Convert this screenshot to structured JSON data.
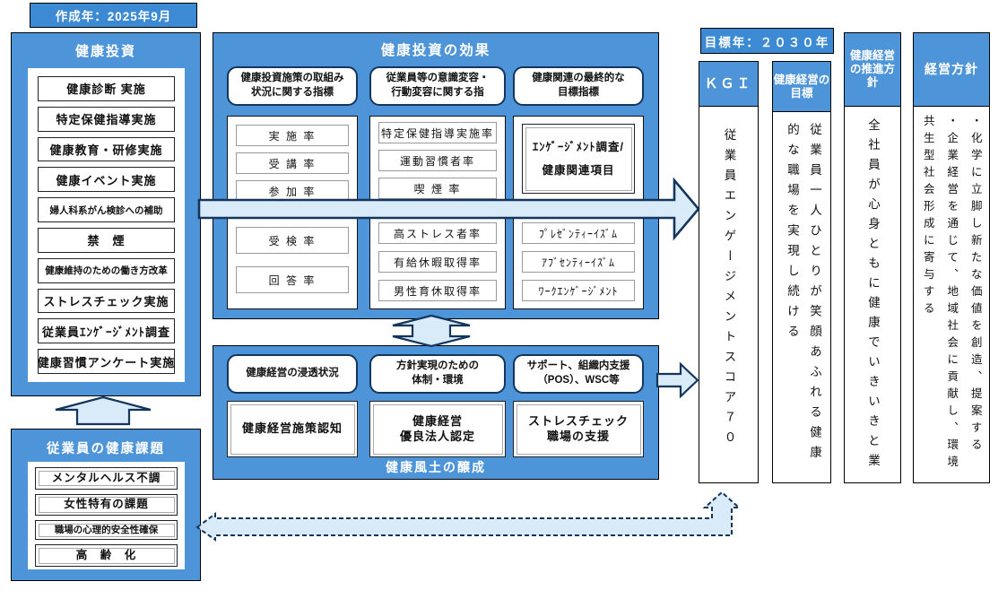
{
  "badges": {
    "created": "作成年：2025年9月",
    "target": "目標年：２０３０年"
  },
  "investment": {
    "title": "健康投資",
    "items": [
      "健康診断 実施",
      "特定保健指導実施",
      "健康教育・研修実施",
      "健康イベント実施",
      "婦人科系がん検診への補助",
      "禁　煙",
      "健康維持のための働き方改革",
      "ストレスチェック実施",
      "従業員ｴﾝｹﾞｰｼﾞﾒﾝﾄ調査",
      "健康習慣アンケート実施"
    ]
  },
  "issues": {
    "title": "従業員の健康課題",
    "items": [
      "メンタルヘルス不調",
      "女性特有の課題",
      "職場の心理的安全性確保",
      "高　齢　化"
    ]
  },
  "effects": {
    "title": "健康投資の効果",
    "columns": [
      {
        "header": "健康投資施策の取組み\n状況に関する指標",
        "upper": [
          "実 施 率",
          "受 講 率",
          "参 加 率"
        ],
        "lower": [
          "受 検 率",
          "回 答 率"
        ]
      },
      {
        "header": "従業員等の意識変容・\n行動変容に関する指",
        "upper": [
          "特定保健指導実施率",
          "運動習慣者率",
          "喫 煙 率"
        ],
        "lower": [
          "高ストレス者率",
          "有給休暇取得率",
          "男性育休取得率"
        ]
      },
      {
        "header": "健康関連の最終的な\n目標指標",
        "big": "ｴﾝｹﾞｰｼﾞﾒﾝﾄ調査/\n健康関連項目",
        "lower": [
          "ﾌﾟﾚｾﾞﾝﾃｨｰｲｽﾞﾑ",
          "ｱﾌﾞｾﾝﾃｨｰｲｽﾞﾑ",
          "ﾜｰｸｴﾝｹﾞｰｼﾞﾒﾝﾄ"
        ]
      }
    ]
  },
  "culture": {
    "title": "健康風土の醸成",
    "columns": [
      {
        "header": "健康経営の浸透状況",
        "item": "健康経営施策認知"
      },
      {
        "header": "方針実現のための\n体制・環境",
        "item": "健康経営\n優良法人認定"
      },
      {
        "header": "サポート、組織内支援\n（POS）、WSC等",
        "item": "ストレスチェック\n職場の支援"
      }
    ]
  },
  "kgi": {
    "header": "ＫＧＩ",
    "body": "従業員エンゲージメントスコア７０"
  },
  "goal": {
    "header": "健康経営の目標",
    "body": "従業員一人ひとりが笑顔あふれる健康的な職場を実現し続ける"
  },
  "promotion": {
    "header": "健康経営の推進方針",
    "body": "全社員が心身ともに健康でいきいきと業"
  },
  "management": {
    "header": "経営方針",
    "body": "・化学に立脚し新たな価値を創造、提案する\n・企業経営を通じて、地域社会に貢献し、環境共生型社会形成に寄与する"
  },
  "colors": {
    "panel_blue": "#4D94D8",
    "badge_blue": "#3C8AD4",
    "arrow_fill": "#D9EAF9",
    "arrow_border": "#14365C"
  }
}
